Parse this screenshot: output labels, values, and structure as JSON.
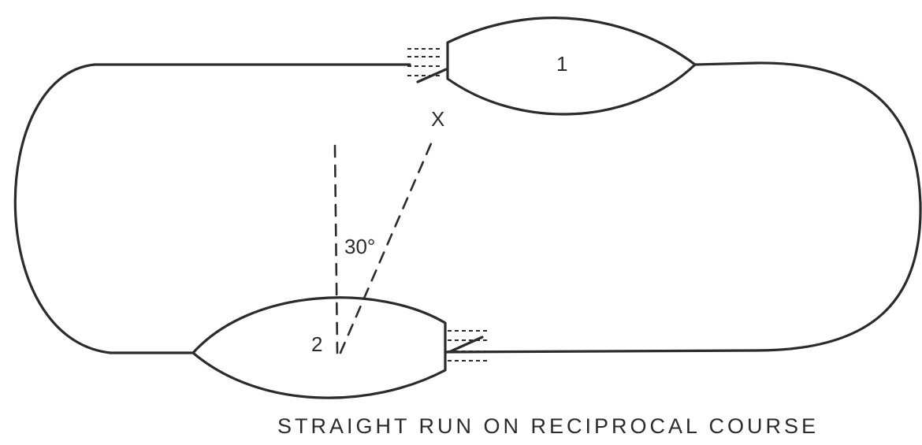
{
  "diagram": {
    "caption": "STRAIGHT RUN ON RECIPROCAL COURSE",
    "ship_1_label": "1",
    "ship_2_label": "2",
    "point_label": "X",
    "angle_label": "30°",
    "ink_color": "#2b2b2b"
  }
}
